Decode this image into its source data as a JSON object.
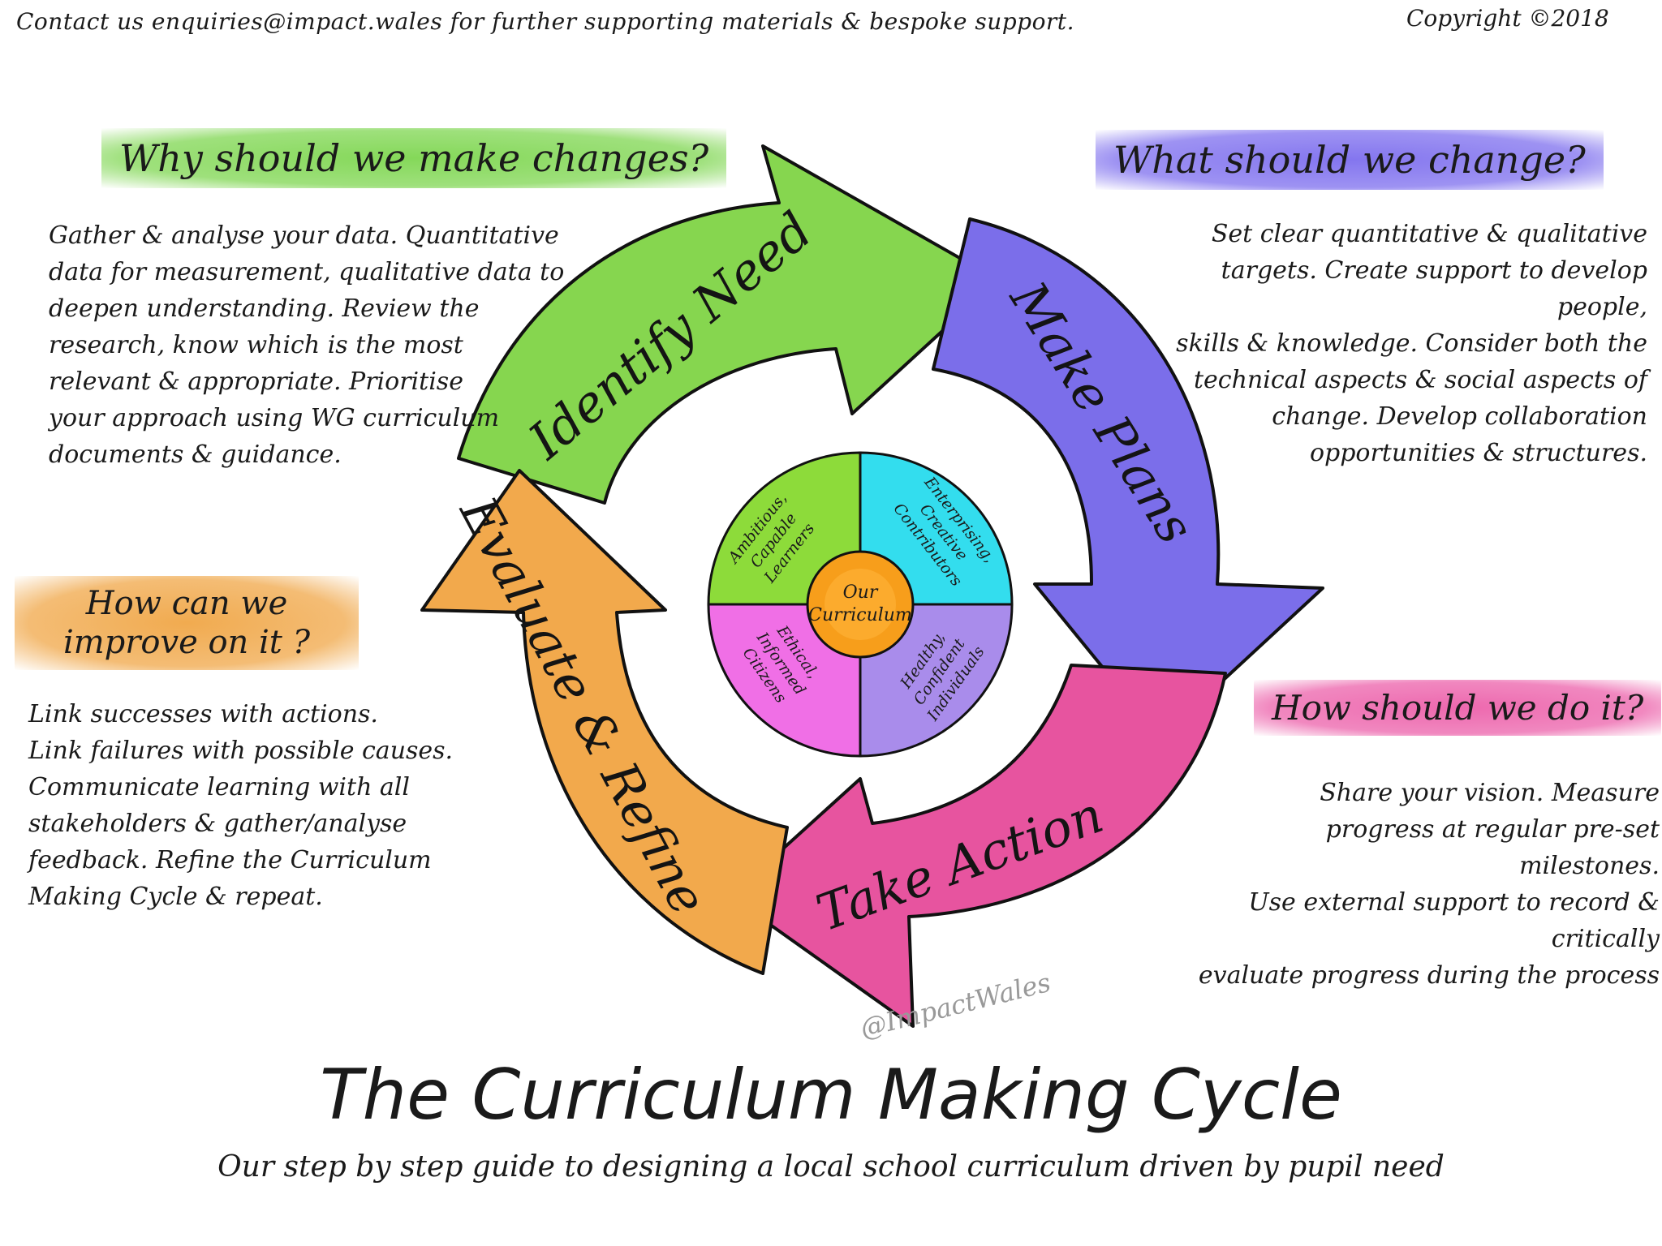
{
  "header": {
    "contact": "Contact us enquiries@impact.wales for further supporting materials & bespoke support.",
    "copyright": "Copyright ©2018"
  },
  "cycle": {
    "stages": [
      {
        "label": "Identify Need",
        "color": "#86D64F",
        "question": "Why should we make changes?",
        "text": "Gather & analyse your data. Quantitative\ndata for measurement, qualitative data to\ndeepen understanding. Review the\nresearch, know which is the most\nrelevant & appropriate. Prioritise\nyour approach using WG curriculum\ndocuments & guidance."
      },
      {
        "label": "Make Plans",
        "color": "#7B6EEA",
        "question": "What should we change?",
        "text": "Set clear quantitative & qualitative\ntargets. Create support to develop people,\nskills & knowledge. Consider both the\ntechnical aspects & social aspects of\nchange. Develop collaboration\nopportunities & structures."
      },
      {
        "label": "Take Action",
        "color": "#E7549F",
        "question": "How should we do it?",
        "text": "Share your vision. Measure\nprogress at regular pre-set milestones.\nUse external support to record & critically\nevaluate progress during the process"
      },
      {
        "label": "Evaluate & Refine",
        "color": "#F2A94C",
        "question": "How can we improve on it ?",
        "text": "Link successes with actions.\nLink failures with possible causes.\nCommunicate learning with all\nstakeholders & gather/analyse\nfeedback. Refine the Curriculum\nMaking Cycle & repeat."
      }
    ],
    "center": {
      "label_line1": "Our",
      "label_line2": "Curriculum",
      "segments": [
        {
          "lines": [
            "Ambitious,",
            "Capable",
            "Learners"
          ],
          "color": "#8DDB3A"
        },
        {
          "lines": [
            "Enterprising,",
            "Creative",
            "Contributors"
          ],
          "color": "#33DDEE"
        },
        {
          "lines": [
            "Healthy,",
            "Confident",
            "Individuals"
          ],
          "color": "#A98CEB"
        },
        {
          "lines": [
            "Ethical,",
            "Informed",
            "Citizens"
          ],
          "color": "#F06FE6"
        }
      ]
    },
    "handle": "@ImpactWales"
  },
  "footer": {
    "title": "The Curriculum Making Cycle",
    "subtitle": "Our step by step guide to designing a local school curriculum driven by pupil need"
  }
}
